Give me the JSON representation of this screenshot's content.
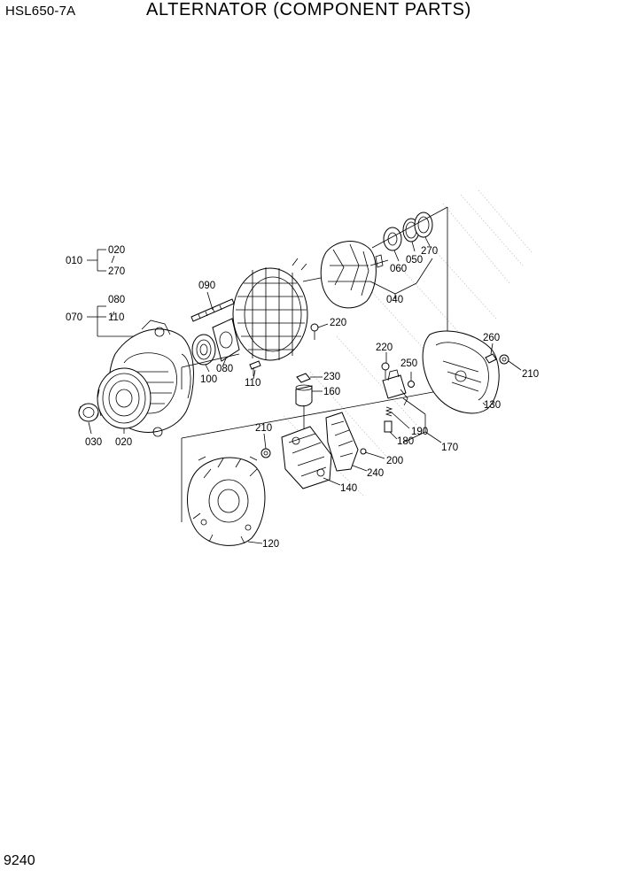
{
  "header": {
    "model": "HSL650-7A",
    "title": "ALTERNATOR (COMPONENT PARTS)"
  },
  "footer": {
    "page_number": "9240"
  },
  "callouts": {
    "c010": "010",
    "c020a": "020",
    "c270a": "270",
    "c070": "070",
    "c080a": "080",
    "c110a": "110",
    "c090": "090",
    "c100": "100",
    "c080b": "080",
    "c110b": "110",
    "c030": "030",
    "c020b": "020",
    "c220a": "220",
    "c060": "060",
    "c050": "050",
    "c270b": "270",
    "c040": "040",
    "c220b": "220",
    "c250": "250",
    "c260": "260",
    "c210a": "210",
    "c230": "230",
    "c160": "160",
    "c130": "130",
    "c190": "190",
    "c180": "180",
    "c170": "170",
    "c210b": "210",
    "c200": "200",
    "c240": "240",
    "c140": "140",
    "c120": "120"
  }
}
